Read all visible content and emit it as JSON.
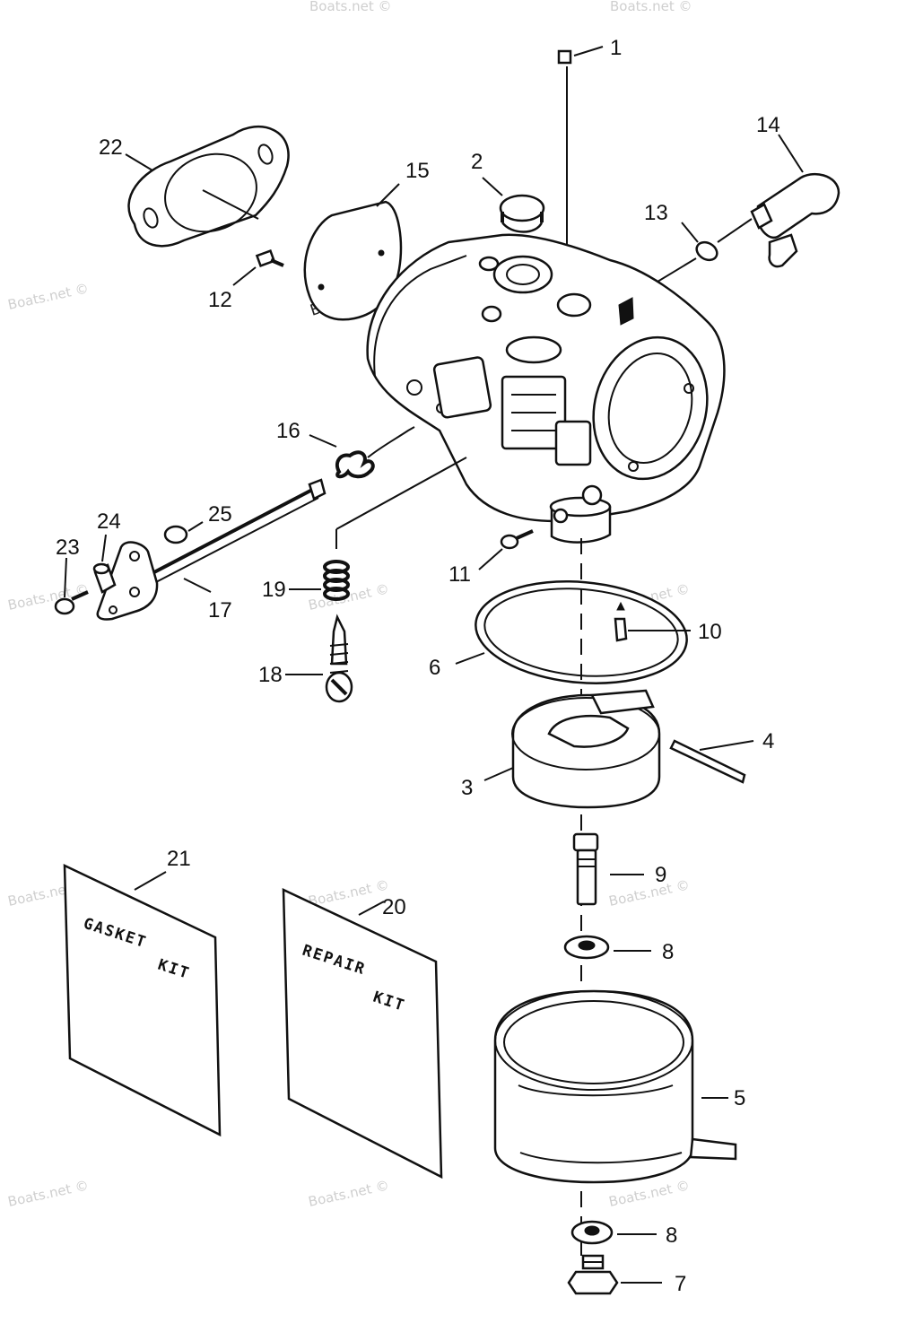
{
  "watermark": "Boats.net ©",
  "parts": {
    "p1": "1",
    "p2": "2",
    "p3": "3",
    "p4": "4",
    "p5": "5",
    "p6": "6",
    "p7": "7",
    "p8a": "8",
    "p8b": "8",
    "p9": "9",
    "p10": "10",
    "p11": "11",
    "p12": "12",
    "p13": "13",
    "p14": "14",
    "p15": "15",
    "p16": "16",
    "p17": "17",
    "p18": "18",
    "p19": "19",
    "p20": "20",
    "p21": "21",
    "p22": "22",
    "p23": "23",
    "p24": "24",
    "p25": "25"
  },
  "kits": {
    "gasket_line1": "GASKET",
    "gasket_line2": "KIT",
    "repair_line1": "REPAIR",
    "repair_line2": "KIT"
  }
}
